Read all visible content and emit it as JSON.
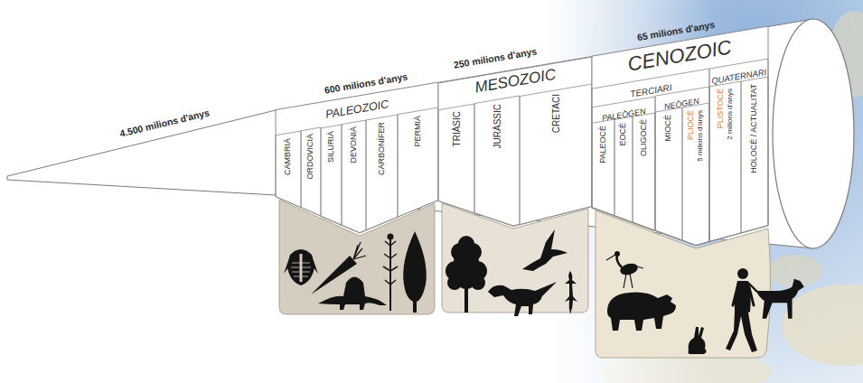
{
  "diagram": {
    "nodes": [
      {
        "text": [
          "PALEOZOIC"
        ]
      },
      {
        "text": [
          "CAMBRIÀ"
        ],
        "in": 0
      },
      {
        "text": [
          "ORDOVICIÀ"
        ],
        "in": 0
      },
      {
        "text": [
          "SILURIÀ"
        ],
        "in": 0
      },
      {
        "text": [
          "DEVONIÀ"
        ],
        "in": 0
      },
      {
        "text": [
          "CARBONÍFER"
        ],
        "in": 0
      },
      {
        "text": [
          "PERMIÀ"
        ],
        "in": 0
      },
      {
        "text": [
          "MESOZOIC"
        ]
      },
      {
        "text": [
          "TRIÀSIC"
        ],
        "in": 7
      },
      {
        "text": [
          "JURÀSSIC"
        ],
        "in": 7
      },
      {
        "text": [
          "CRETACI"
        ],
        "in": 7
      },
      {
        "text": [
          "CENOZOIC"
        ]
      },
      {
        "text": [
          "TERCIARI"
        ],
        "in": 11
      },
      {
        "text": [
          "PALEÒGEN"
        ],
        "in": 12
      },
      {
        "text": [
          "PALEOCÈ"
        ],
        "in": 13
      },
      {
        "text": [
          "EOCÈ"
        ],
        "in": 13
      },
      {
        "text": [
          "OLIGOCÈ"
        ],
        "in": 13
      },
      {
        "text": [
          "NEÒGEN"
        ],
        "in": 12
      },
      {
        "text": [
          "MIOCÈ"
        ],
        "in": 17
      },
      {
        "text": [
          "PLIOCÈ",
          "5 milions d'anys"
        ],
        "in": 17
      },
      {
        "text": [
          "QUATERNARI"
        ],
        "in": 11
      },
      {
        "text": [
          "PLISTOCÈ",
          "2 milions d'anys"
        ],
        "in": 20
      },
      {
        "text": [
          "HOLOCÈ / ACTUALITAT"
        ],
        "in": 20
      }
    ],
    "labels": [
      "4.500 milions d'anys",
      "600 milions d'anys",
      "250 milions d'anys",
      "65 milions d'anys"
    ]
  }
}
